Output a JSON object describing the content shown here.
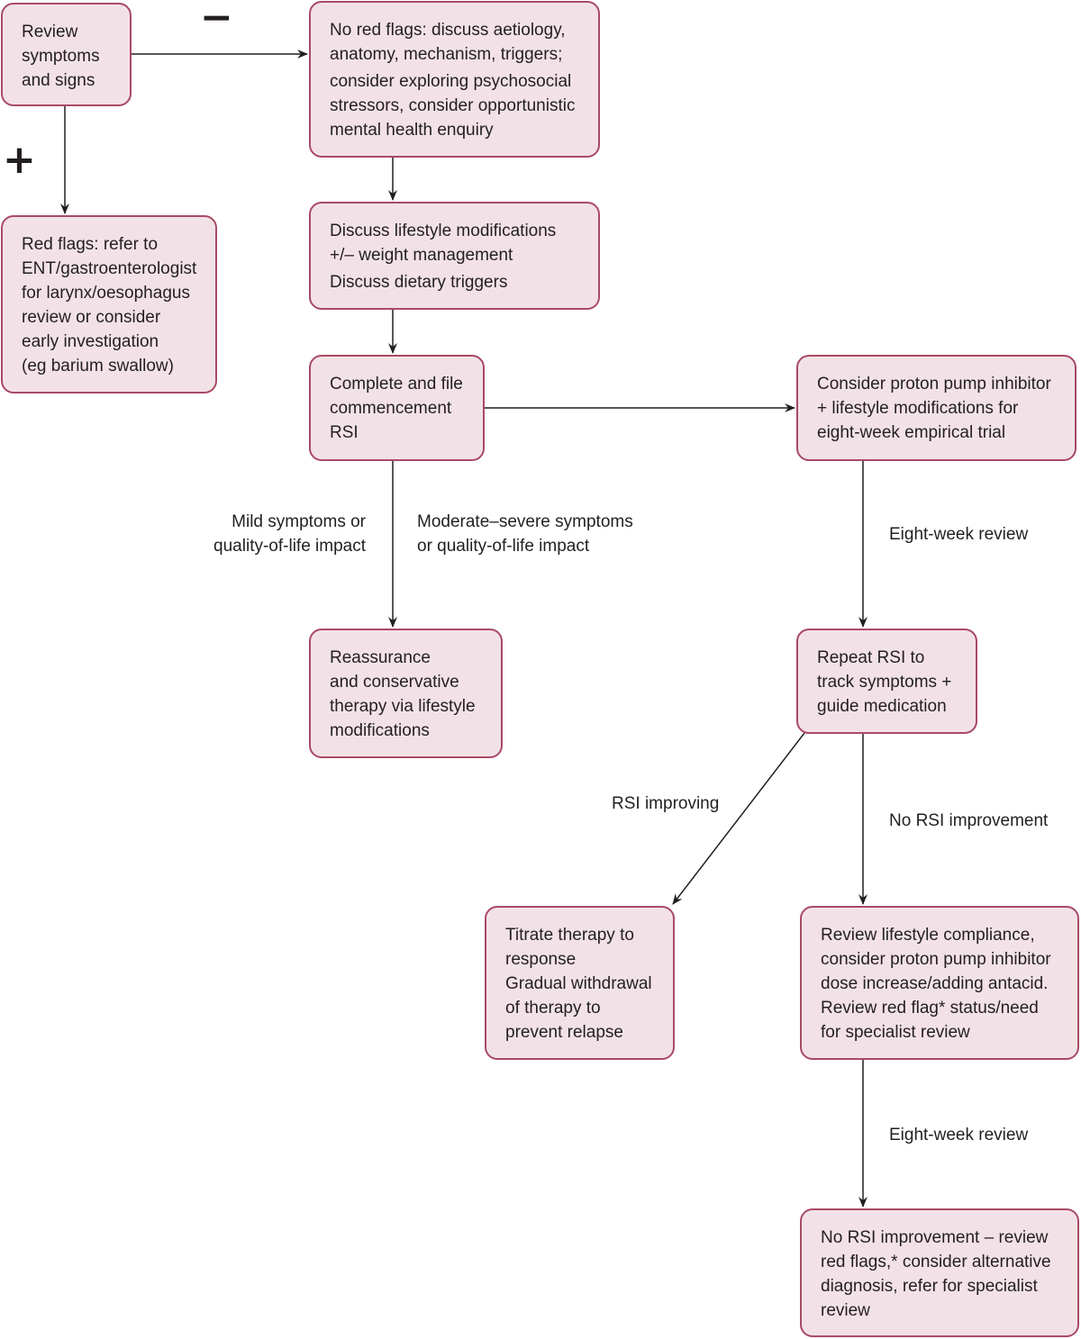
{
  "diagram": {
    "signs": {
      "negative": "−",
      "positive": "+"
    },
    "nodes": {
      "review": [
        "Review",
        "symptoms",
        "and signs"
      ],
      "no_red_flags": [
        "No red flags: discuss aetiology,",
        "anatomy, mechanism, triggers;",
        "consider exploring psychosocial",
        "stressors, consider opportunistic",
        "mental health enquiry"
      ],
      "red_flags": [
        "Red flags: refer to",
        "ENT/gastroenterologist",
        "for larynx/oesophagus",
        "review or consider",
        "early investigation",
        "(eg barium swallow)"
      ],
      "lifestyle": [
        "Discuss lifestyle modifications",
        "+/– weight management",
        "Discuss dietary triggers"
      ],
      "complete_rsi": [
        "Complete and file",
        "commencement",
        "RSI"
      ],
      "ppi_trial": [
        "Consider proton pump inhibitor",
        "+ lifestyle modifications for",
        "eight-week empirical trial"
      ],
      "reassurance": [
        "Reassurance",
        "and conservative",
        "therapy via lifestyle",
        "modifications"
      ],
      "repeat_rsi": [
        "Repeat RSI to",
        "track symptoms +",
        "guide medication"
      ],
      "titrate": [
        "Titrate therapy to",
        "response",
        "Gradual withdrawal",
        "of therapy to",
        "prevent relapse"
      ],
      "review_compliance": [
        "Review lifestyle compliance,",
        "consider proton pump inhibitor",
        "dose increase/adding antacid.",
        "Review red flag* status/need",
        "for specialist review"
      ],
      "no_improvement_final": [
        "No RSI improvement – review",
        "red flags,* consider alternative",
        "diagnosis, refer for specialist",
        "review"
      ]
    },
    "edge_labels": {
      "mild": [
        "Mild symptoms or",
        "quality-of-life impact"
      ],
      "moderate": [
        "Moderate–severe symptoms",
        "or quality-of-life impact"
      ],
      "eight_week_1": [
        "Eight-week review"
      ],
      "rsi_improving": [
        "RSI improving"
      ],
      "no_rsi_improvement": [
        "No RSI improvement"
      ],
      "eight_week_2": [
        "Eight-week review"
      ]
    },
    "colors": {
      "node_fill": "#f2e2e7",
      "node_border": "#a94a64",
      "line": "#231f20",
      "text": "#231f20"
    }
  }
}
